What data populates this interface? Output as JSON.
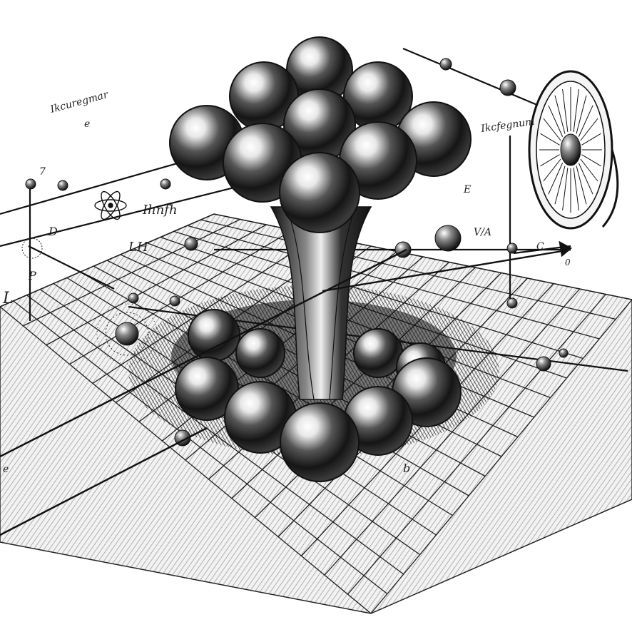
{
  "scene": {
    "description_free": true,
    "colors": {
      "ink": "#111111",
      "paper": "#ffffff",
      "grid": "#2a2a2a",
      "shadow": "#1a1a1a",
      "sphere_highlight": "#ffffff",
      "sphere_dark": "#0b0b0b"
    }
  },
  "labels": {
    "scribble_top_left": "Ikcuregmar",
    "scribble_top_left_sub": "e",
    "scribble_right": "Ikcfegnum",
    "scribble_mid": "Ihnfh",
    "left_l": "L",
    "left_p": "P",
    "left_7": "7",
    "left_d": "D",
    "left_lh": "LH",
    "right_c": "C",
    "right_0": "0",
    "right_e": "E",
    "bottom_b": "b",
    "bottom_left_e": "e",
    "right_tick": "V/A"
  },
  "icons": {
    "clock": "clock-icon",
    "atom": "atom-icon"
  }
}
